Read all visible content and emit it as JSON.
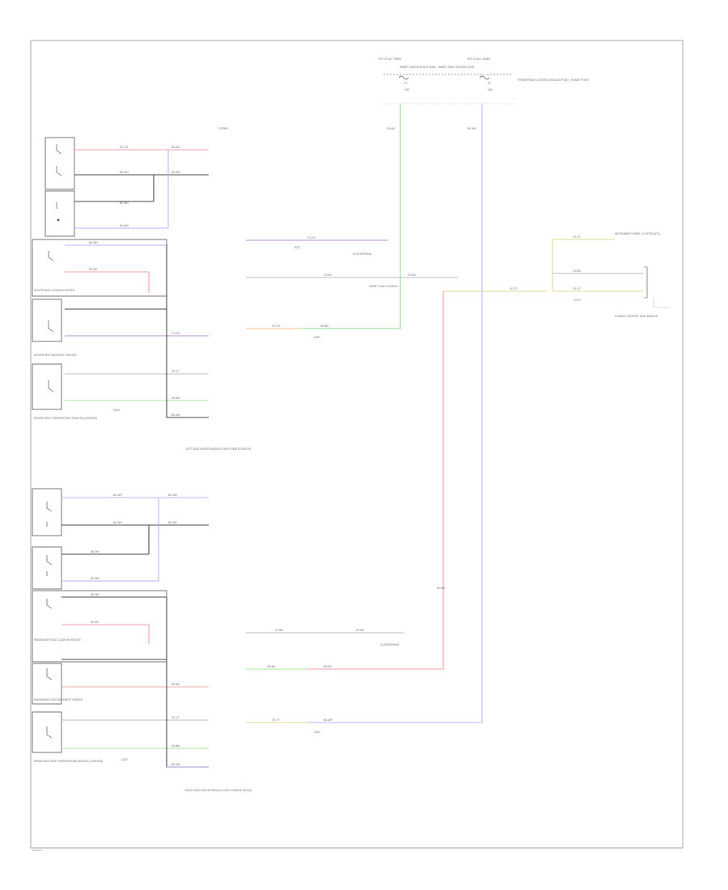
{
  "diagram": {
    "footer_code": "W9XXXX",
    "fuse_block": {
      "header_left": "HOT AT ALL TIMES",
      "header_right": "HOT AT ALL TIMES",
      "subheader": "SMART JUNCTION BOX (SJB) · SMART JUNCTION BOX (SJB)",
      "fuse_left": "F1",
      "fuse_right": "F2",
      "amp_left": "25A",
      "amp_right": "25A",
      "note": "POWERTRAIN CONTROL MODULE (PCM) · POWER POINT"
    },
    "labels": {
      "top_connector": "C2280A",
      "lh_module": "LEFT SEAT HEATER MODULE (WITH HEATED SEATS)",
      "rh_module": "RIGHT SEAT HEATER MODULE (WITH HEATED SEATS)",
      "lh_pass": "DRIVER SEAT CUSHION HEATER",
      "lh_back": "DRIVER SEAT BACKREST HEATER",
      "lh_sensor": "DRIVER SEAT TEMPERATURE SENSOR (CUSHION)",
      "rh_pass": "PASSENGER SEAT CUSHION HEATER",
      "rh_back": "PASSENGER SEAT BACKREST HEATER",
      "rh_sensor": "PASSENGER SEAT TEMPERATURE SENSOR (CUSHION)",
      "ground_left": "G203",
      "ground_right": "G302",
      "clock_spring": "CLOCKSPRING",
      "cluster": "INSTRUMENT PANEL CLUSTER (IPC)",
      "ssb": "SMART JUNCTION BOX",
      "ssb2": "S260",
      "connector_right": "C270",
      "module_right": "CLIMATE CONTROL SEAT MODULE",
      "splice_upper": "S317",
      "splice_lower": "S318"
    },
    "wire_codes": {
      "bk": "BK-WH",
      "og": "OG-YE",
      "ye": "YE-VT",
      "gn": "GN-BU",
      "bu": "BU-WH",
      "vt": "VT-OG",
      "rd": "RD-BU",
      "gy": "GY-BN"
    }
  }
}
